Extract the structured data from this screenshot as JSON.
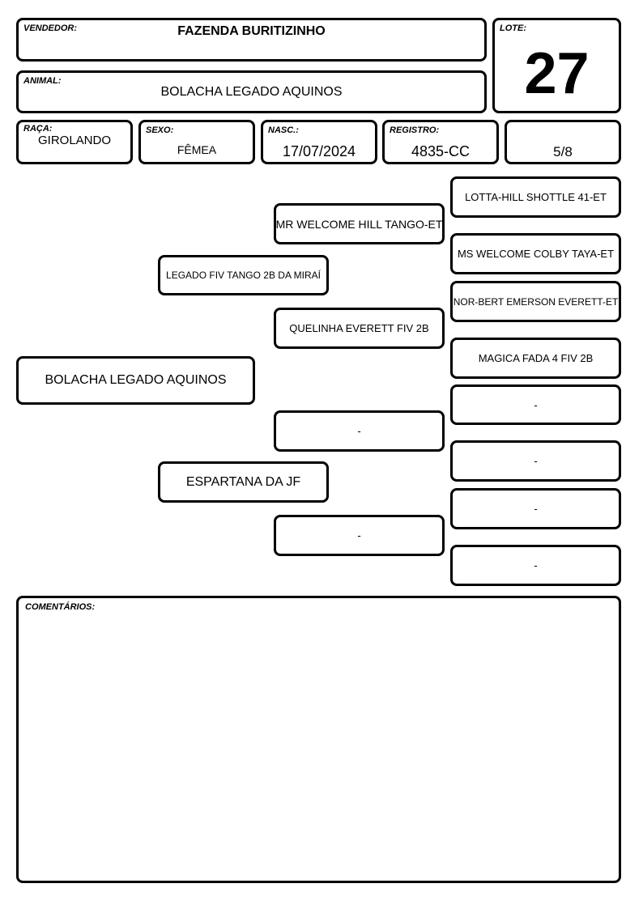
{
  "header": {
    "seller_label": "VENDEDOR:",
    "seller": "FAZENDA BURITIZINHO",
    "lot_label": "LOTE:",
    "lot": "27",
    "animal_label": "ANIMAL:",
    "animal": "BOLACHA LEGADO AQUINOS"
  },
  "info": {
    "breed_label": "RAÇA:",
    "breed": "GIROLANDO",
    "sex_label": "SEXO:",
    "sex": "FÊMEA",
    "birth_label": "NASC.:",
    "birth": "17/07/2024",
    "registry_label": "REGISTRO:",
    "registry": "4835-CC",
    "grade": "5/8"
  },
  "pedigree": {
    "animal": "BOLACHA LEGADO AQUINOS",
    "sire": "LEGADO FIV TANGO 2B DA MIRAÍ",
    "dam": "ESPARTANA DA JF",
    "sire_sire": "MR WELCOME HILL TANGO-ET",
    "sire_dam": "QUELINHA EVERETT FIV 2B",
    "dam_sire": "-",
    "dam_dam": "-",
    "sss": "LOTTA-HILL SHOTTLE 41-ET",
    "ssd": "MS WELCOME COLBY TAYA-ET",
    "sds": "NOR-BERT EMERSON EVERETT-ET",
    "sdd": "MAGICA FADA 4 FIV 2B",
    "dss": "-",
    "dsd": "-",
    "dds": "-",
    "ddd": "-"
  },
  "comments": {
    "label": "COMENTÁRIOS:",
    "text": ""
  }
}
